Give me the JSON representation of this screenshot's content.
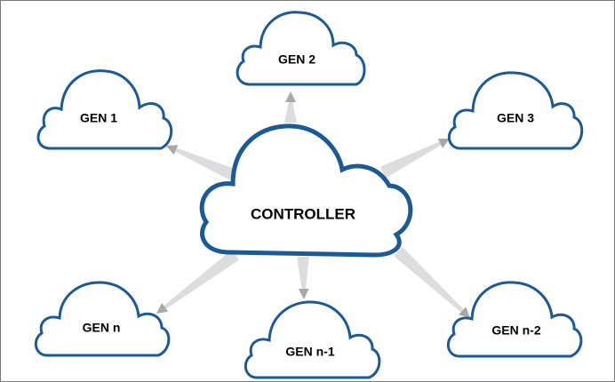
{
  "diagram": {
    "controller": {
      "label": "CONTROLLER"
    },
    "generators": [
      {
        "id": "gen-1",
        "label": "GEN 1"
      },
      {
        "id": "gen-2",
        "label": "GEN 2"
      },
      {
        "id": "gen-3",
        "label": "GEN 3"
      },
      {
        "id": "gen-n",
        "label": "GEN n"
      },
      {
        "id": "gen-n-1",
        "label": "GEN n-1"
      },
      {
        "id": "gen-n-2",
        "label": "GEN n-2"
      }
    ],
    "colors": {
      "cloud_outline": "#1c5a96",
      "cloud_fill": "#ffffff",
      "arrow": "#a9a9a9",
      "arrow_shaft": "#dddddd",
      "label_text": "#000000"
    }
  }
}
